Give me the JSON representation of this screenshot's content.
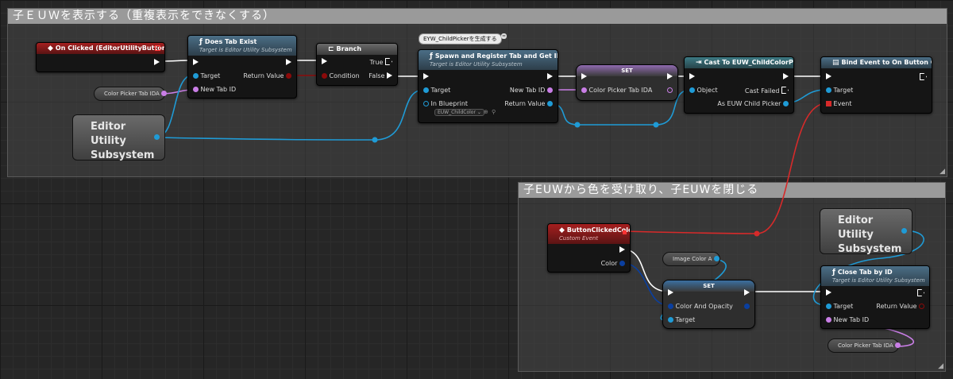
{
  "comments": {
    "top_title": "子ＥＵＷを表示する（重複表示をできなくする）",
    "bottom_title": "子EUWから色を受け取り、子EUWを閉じる"
  },
  "nodes": {
    "on_clicked": {
      "title": "On Clicked (EditorUtilityButtonColorA)"
    },
    "does_tab_exist": {
      "title": "Does Tab Exist",
      "subtitle": "Target is Editor Utility Subsystem",
      "pin_target": "Target",
      "pin_new_tab_id": "New Tab ID",
      "pin_return": "Return Value"
    },
    "branch": {
      "title": "Branch",
      "pin_condition": "Condition",
      "pin_true": "True",
      "pin_false": "False"
    },
    "spawn": {
      "title": "Spawn and Register Tab and Get ID",
      "subtitle": "Target is Editor Utility Subsystem",
      "pin_target": "Target",
      "pin_in_blueprint": "In Blueprint",
      "blueprint_value": "EUW_ChildColor",
      "pin_new_tab_id": "New Tab ID",
      "pin_return": "Return Value",
      "comment_bubble": "EYW_ChildPickerを生成する"
    },
    "set1": {
      "title": "SET",
      "pin_var": "Color Picker Tab IDA"
    },
    "cast": {
      "title": "Cast To EUW_ChildColorPicker",
      "pin_object": "Object",
      "pin_cast_failed": "Cast Failed",
      "pin_as": "As EUW Child Picker"
    },
    "bind": {
      "title": "Bind Event to On Button Clicked",
      "pin_target": "Target",
      "pin_event": "Event"
    },
    "custom_event": {
      "title": "ButtonClickedColorA",
      "subtitle": "Custom Event",
      "pin_color": "Color"
    },
    "set2": {
      "title": "SET",
      "pin_color_opacity": "Color And Opacity",
      "pin_target": "Target"
    },
    "close_tab": {
      "title": "Close Tab by ID",
      "subtitle": "Target is Editor Utility Subsystem",
      "pin_target": "Target",
      "pin_new_tab_id": "New Tab ID",
      "pin_return": "Return Value"
    }
  },
  "variables": {
    "color_picker_tab_ida_1": "Color Picker Tab IDA",
    "color_picker_tab_ida_2": "Color Picker Tab IDA",
    "image_color_a": "Image Color A",
    "subsystem_1": "Editor Utility Subsystem",
    "subsystem_2": "Editor Utility Subsystem"
  },
  "colors": {
    "exec_wire": "#ffffff",
    "object_wire": "#1f9bd6",
    "bool_wire": "#8c0a0a",
    "string_wire": "#c97ee6",
    "delegate_wire": "#d72a2a",
    "struct_wire": "#0a3fa0"
  }
}
